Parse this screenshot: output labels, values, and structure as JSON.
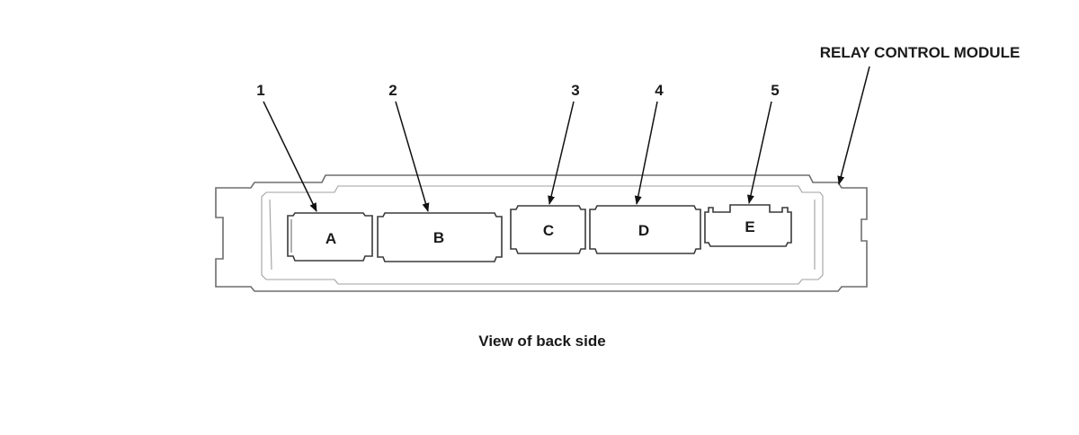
{
  "module": {
    "name": "RELAY CONTROL MODULE"
  },
  "caption": "View of back side",
  "callouts": [
    {
      "number": "1",
      "connector": "A"
    },
    {
      "number": "2",
      "connector": "B"
    },
    {
      "number": "3",
      "connector": "C"
    },
    {
      "number": "4",
      "connector": "D"
    },
    {
      "number": "5",
      "connector": "E"
    }
  ],
  "colors": {
    "line": "#111111",
    "housing_outline": "#6e6e6e",
    "connector_outline": "#3a3a3a",
    "text": "#1a1a1a"
  }
}
